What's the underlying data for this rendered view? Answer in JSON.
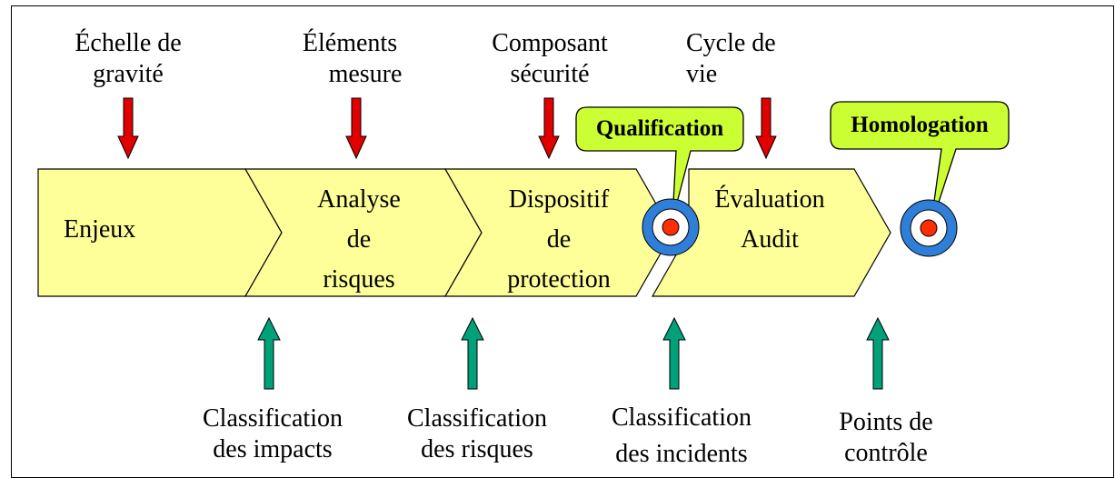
{
  "colors": {
    "chevron_fill": "#ffff99",
    "outline": "#000000",
    "arrow_down": "#e00000",
    "arrow_up": "#00a078",
    "callout_fill": "#ccff33",
    "target_outer": "#2f7fd8",
    "target_inner": "#ffffff",
    "target_center": "#ff2d00"
  },
  "top_labels": [
    {
      "line1": "Échelle de",
      "line2": "gravité"
    },
    {
      "line1": "Éléments",
      "line2": "mesure"
    },
    {
      "line1": "Composant",
      "line2": "sécurité"
    },
    {
      "line1": "Cycle de",
      "line2": "vie"
    }
  ],
  "process_steps": [
    {
      "line1": "Enjeux",
      "line2": "",
      "line3": ""
    },
    {
      "line1": "Analyse",
      "line2": "de",
      "line3": "risques"
    },
    {
      "line1": "Dispositif",
      "line2": "de",
      "line3": "protection"
    },
    {
      "line1": "Évaluation",
      "line2": "Audit",
      "line3": ""
    }
  ],
  "callouts": [
    {
      "text": "Qualification"
    },
    {
      "text": "Homologation"
    }
  ],
  "target_icons": [
    "target-icon",
    "target-icon"
  ],
  "bottom_labels": [
    {
      "line1": "Classification",
      "line2": "des impacts"
    },
    {
      "line1": "Classification",
      "line2": "des risques"
    },
    {
      "line1": "Classification",
      "line2": "des incidents"
    },
    {
      "line1": "Points de",
      "line2": "contrôle"
    }
  ]
}
